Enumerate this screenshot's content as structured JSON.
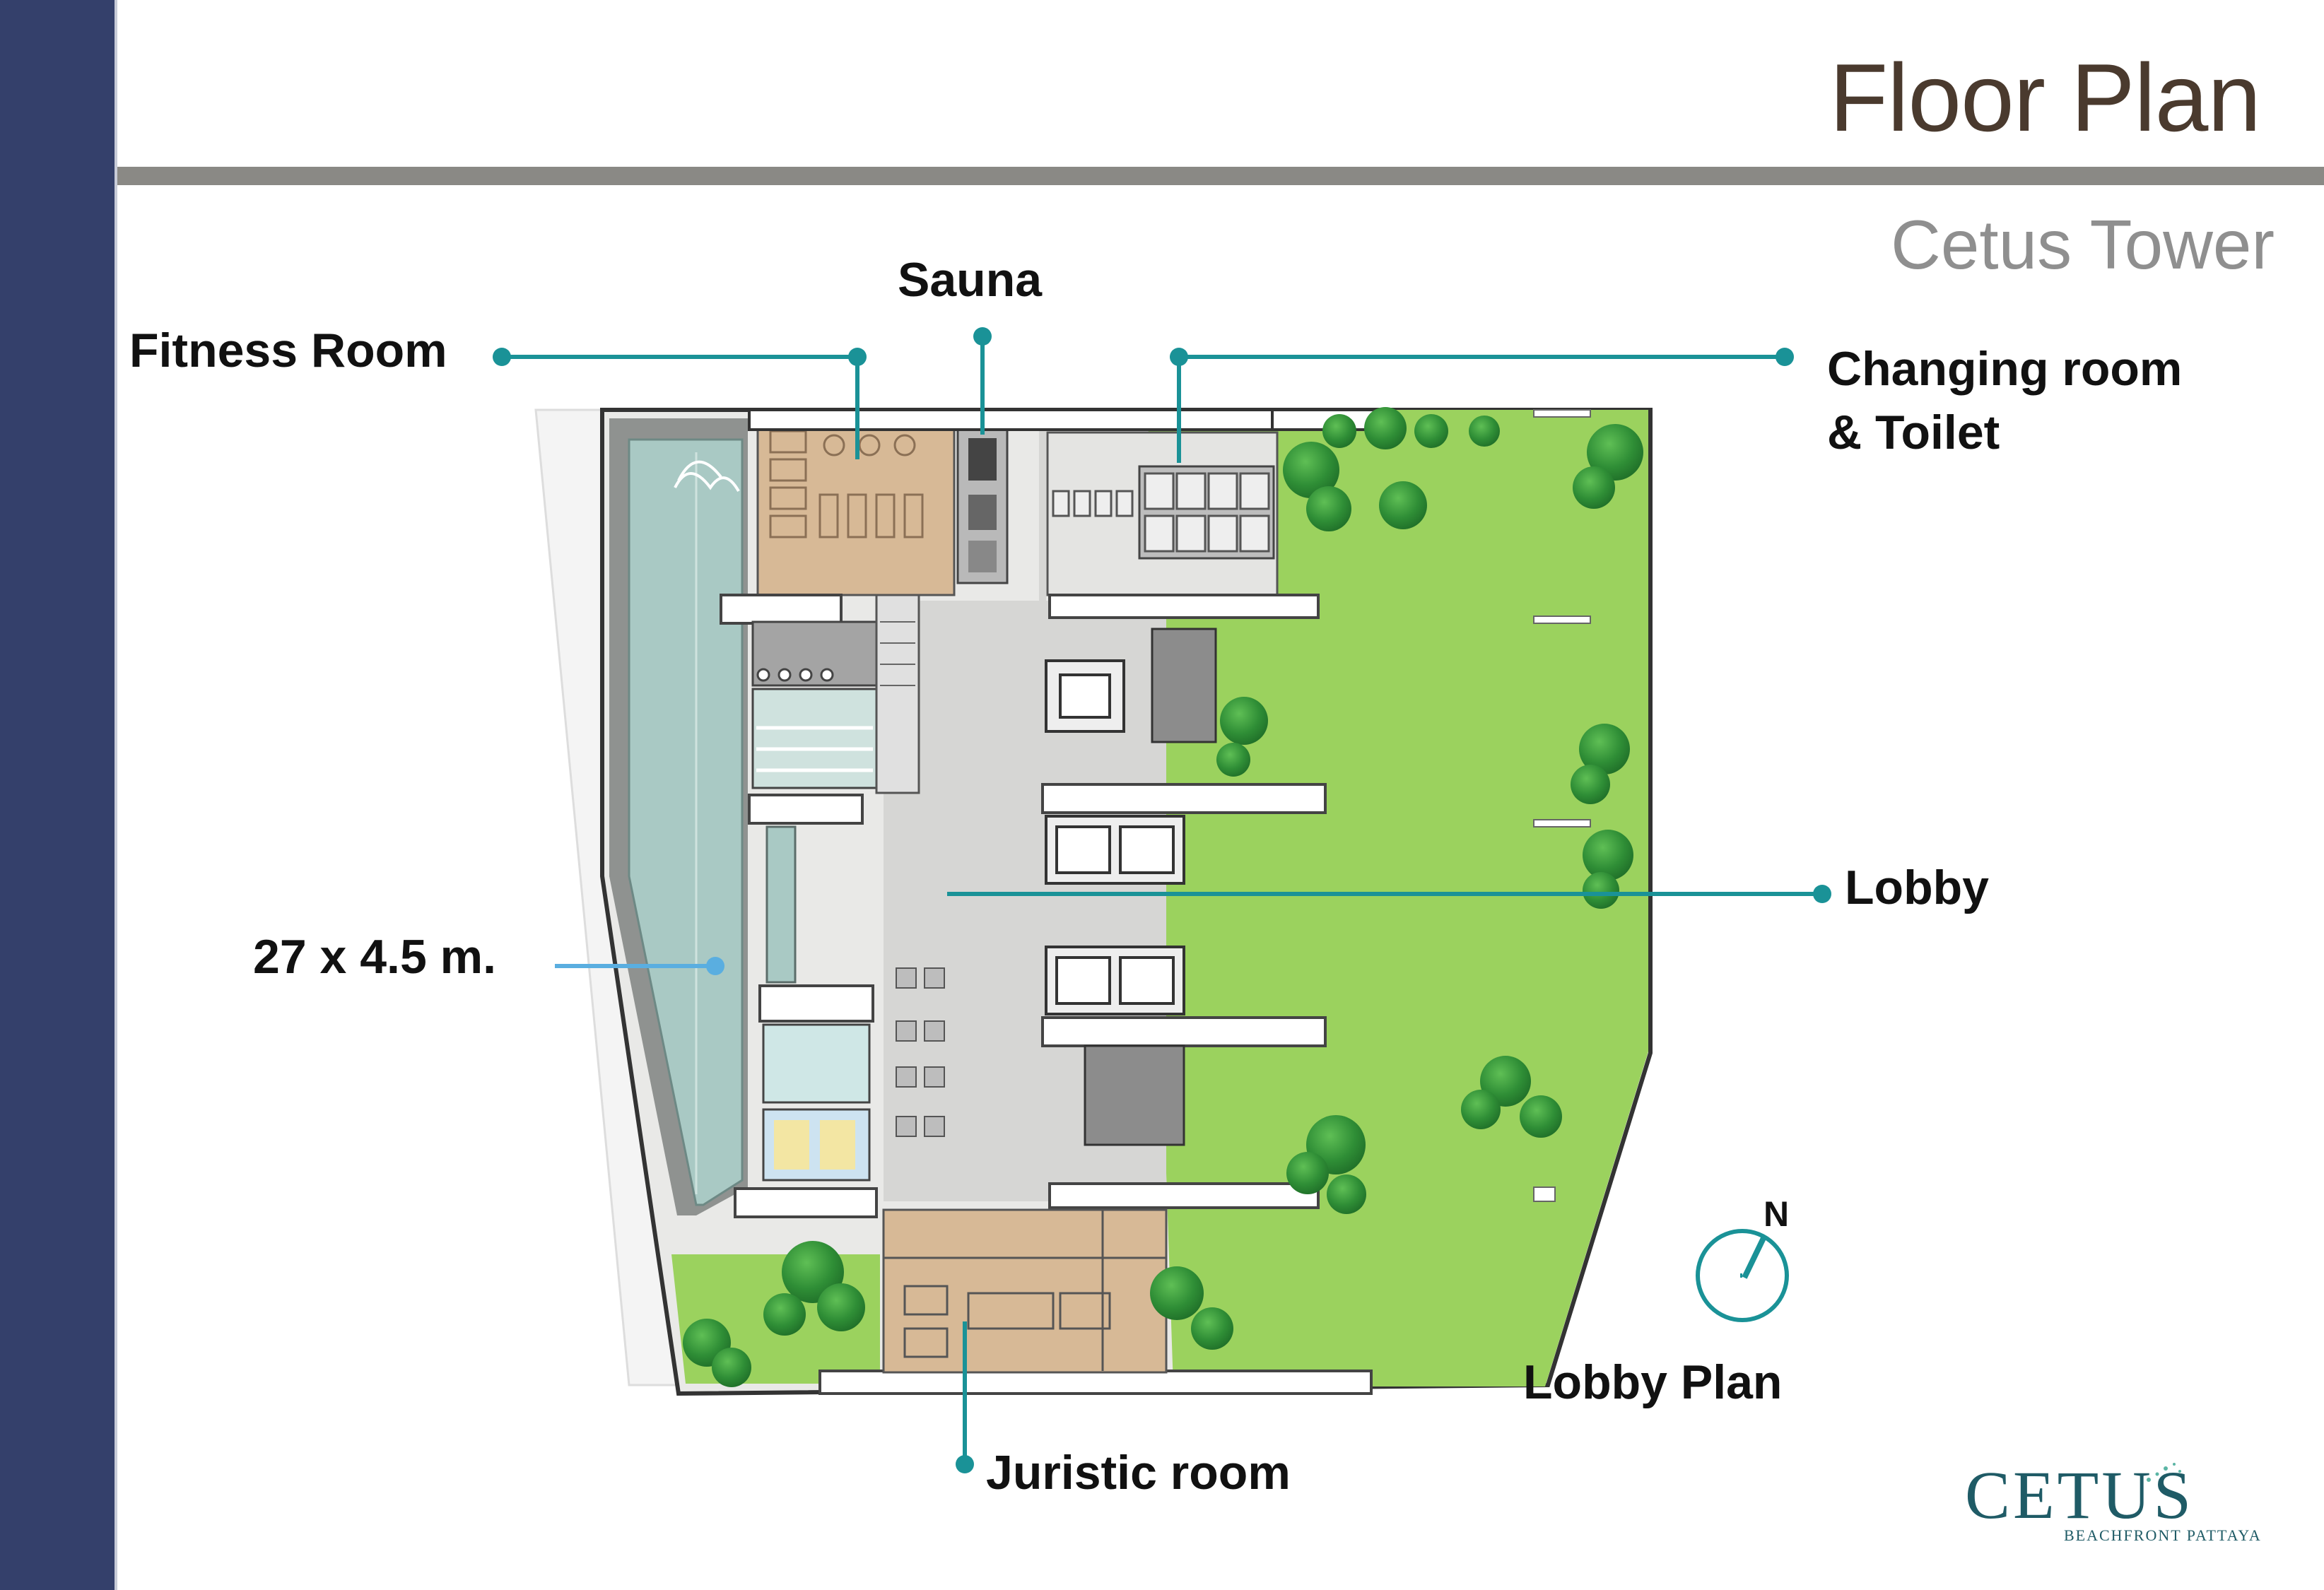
{
  "header": {
    "title": "Floor Plan",
    "subtitle": "Cetus Tower"
  },
  "labels": {
    "sauna": "Sauna",
    "fitness_room": "Fitness Room",
    "changing_room_line1": "Changing room",
    "changing_room_line2": "& Toilet",
    "lobby": "Lobby",
    "pool_size": "27 x 4.5 m.",
    "juristic_room": "Juristic room",
    "north": "N",
    "plan_name": "Lobby Plan"
  },
  "logo": {
    "word": "CETUS",
    "tagline": "BEACHFRONT PATTAYA"
  },
  "colors": {
    "side_band": "#34406b",
    "title_text": "#4a3a2e",
    "rule": "#8a8985",
    "subtitle_text": "#8f8f8f",
    "leader_teal": "#1a9297",
    "leader_blue": "#5aaee0",
    "lawn": "#9bd25e",
    "pool": "#a9c9c4",
    "room_beige": "#d7b996",
    "lobby_floor": "#d6d6d4",
    "tree": "#2f8e36",
    "logo": "#1f5b66"
  }
}
